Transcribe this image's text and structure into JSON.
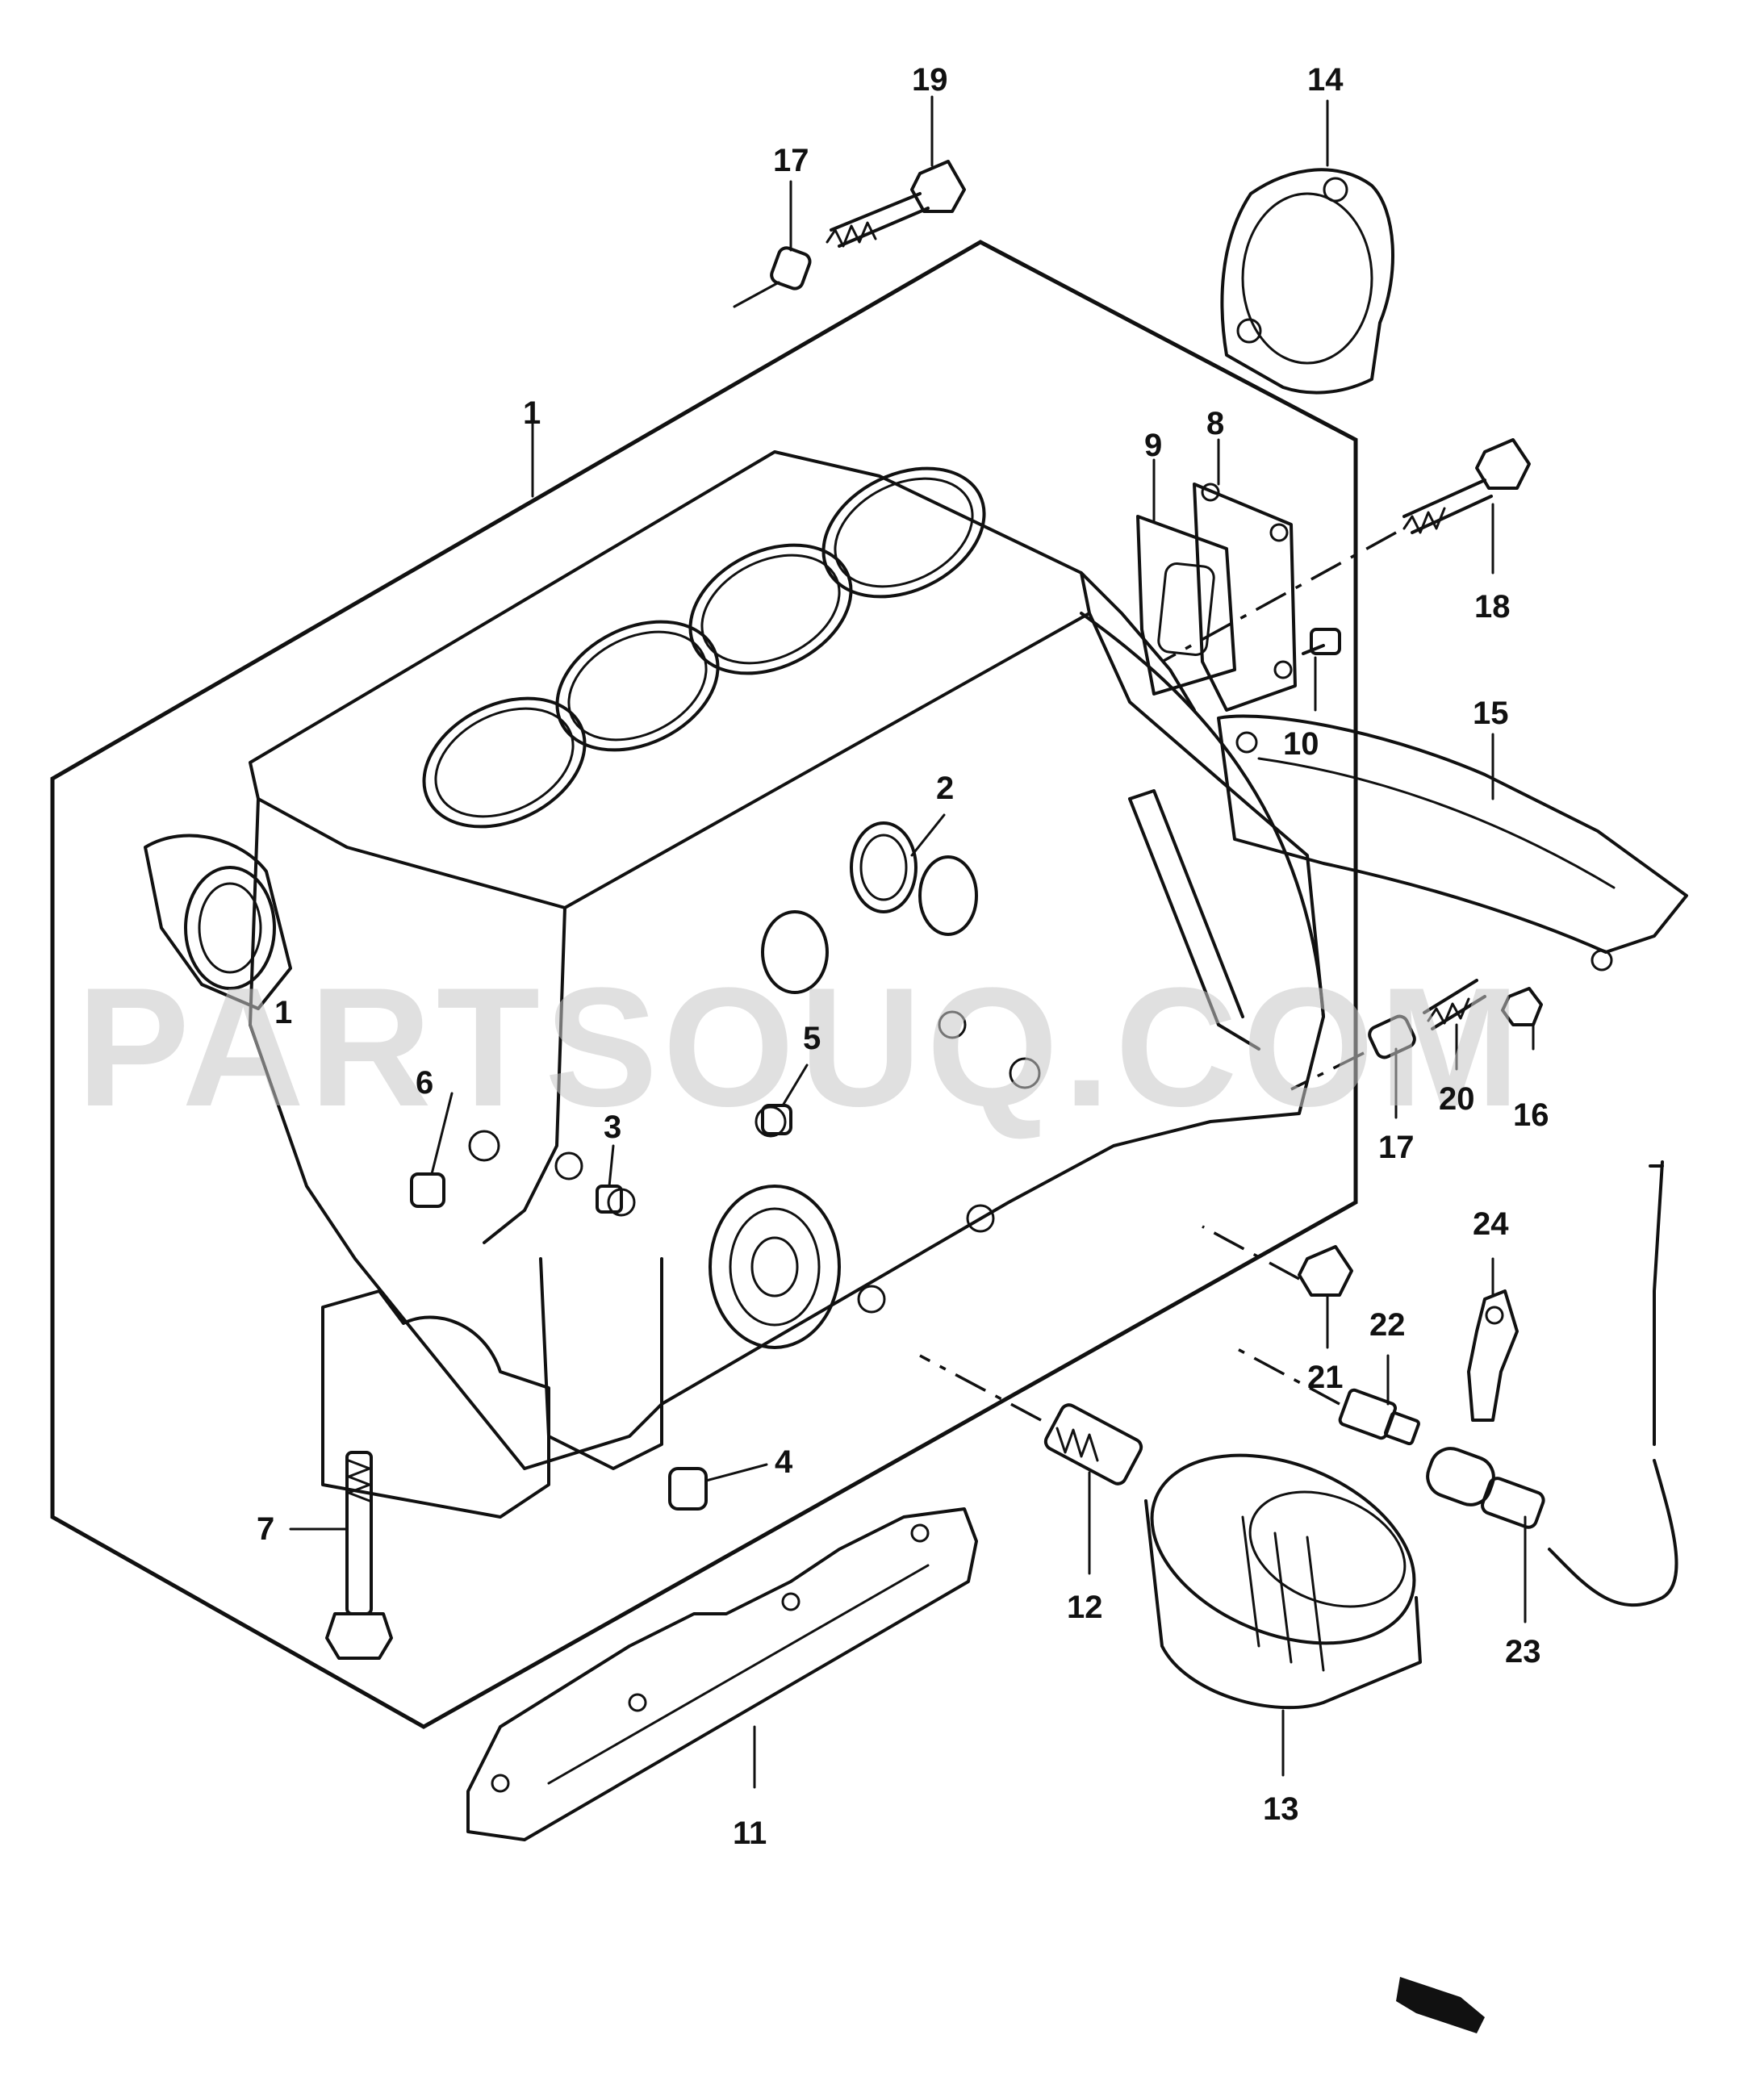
{
  "watermark": "PARTSOUQ.COM",
  "colors": {
    "line": "#111111",
    "background": "#ffffff",
    "watermark": "#c8c8c8"
  },
  "callouts": [
    {
      "id": "c1",
      "label": "1"
    },
    {
      "id": "c1b",
      "label": "1"
    },
    {
      "id": "c2",
      "label": "2"
    },
    {
      "id": "c3",
      "label": "3"
    },
    {
      "id": "c4",
      "label": "4"
    },
    {
      "id": "c5",
      "label": "5"
    },
    {
      "id": "c6",
      "label": "6"
    },
    {
      "id": "c7",
      "label": "7"
    },
    {
      "id": "c8",
      "label": "8"
    },
    {
      "id": "c9",
      "label": "9"
    },
    {
      "id": "c10",
      "label": "10"
    },
    {
      "id": "c11",
      "label": "11"
    },
    {
      "id": "c12",
      "label": "12"
    },
    {
      "id": "c13",
      "label": "13"
    },
    {
      "id": "c14",
      "label": "14"
    },
    {
      "id": "c15",
      "label": "15"
    },
    {
      "id": "c16",
      "label": "16"
    },
    {
      "id": "c17a",
      "label": "17"
    },
    {
      "id": "c17b",
      "label": "17"
    },
    {
      "id": "c18",
      "label": "18"
    },
    {
      "id": "c19",
      "label": "19"
    },
    {
      "id": "c20",
      "label": "20"
    },
    {
      "id": "c21",
      "label": "21"
    },
    {
      "id": "c22",
      "label": "22"
    },
    {
      "id": "c23",
      "label": "23"
    },
    {
      "id": "c24",
      "label": "24"
    }
  ]
}
